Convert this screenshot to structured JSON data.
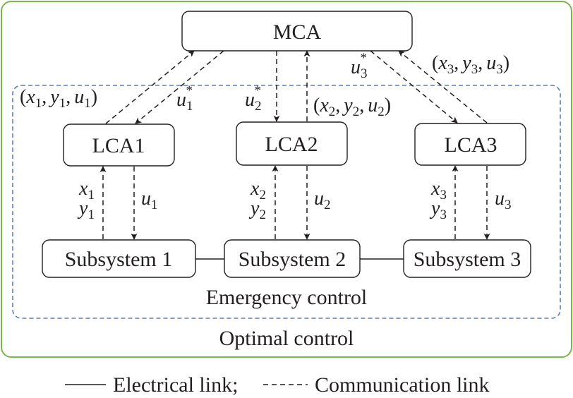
{
  "colors": {
    "outer_border": "#7ab648",
    "inner_border": "#5a7fb5",
    "ink": "#231f20"
  },
  "nodes": {
    "mca": "MCA",
    "lca1": "LCA1",
    "lca2": "LCA2",
    "lca3": "LCA3",
    "subsystem1": "Subsystem 1",
    "subsystem2": "Subsystem 2",
    "subsystem3": "Subsystem 3"
  },
  "regions": {
    "emergency": "Emergency control",
    "optimal": "Optimal control"
  },
  "symbols": {
    "x": "x",
    "y": "y",
    "u": "u",
    "i1": "1",
    "i2": "2",
    "i3": "3",
    "star": "*",
    "open": "(",
    "close": ")",
    "comma": ","
  },
  "legend": {
    "electrical": "Electrical link;",
    "communication": "Communication link"
  }
}
